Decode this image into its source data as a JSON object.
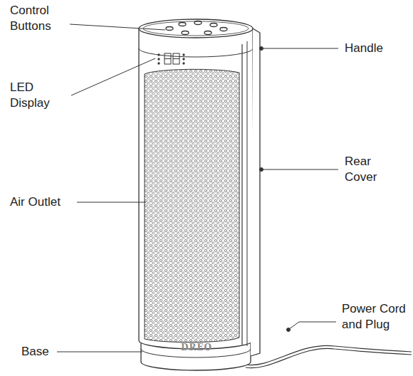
{
  "diagram": {
    "labels": [
      "Control Buttons",
      "LED Display",
      "Air Outlet",
      "Base",
      "Handle",
      "Rear Cover",
      "Power Cord and Plug",
      "DREO"
    ]
  }
}
